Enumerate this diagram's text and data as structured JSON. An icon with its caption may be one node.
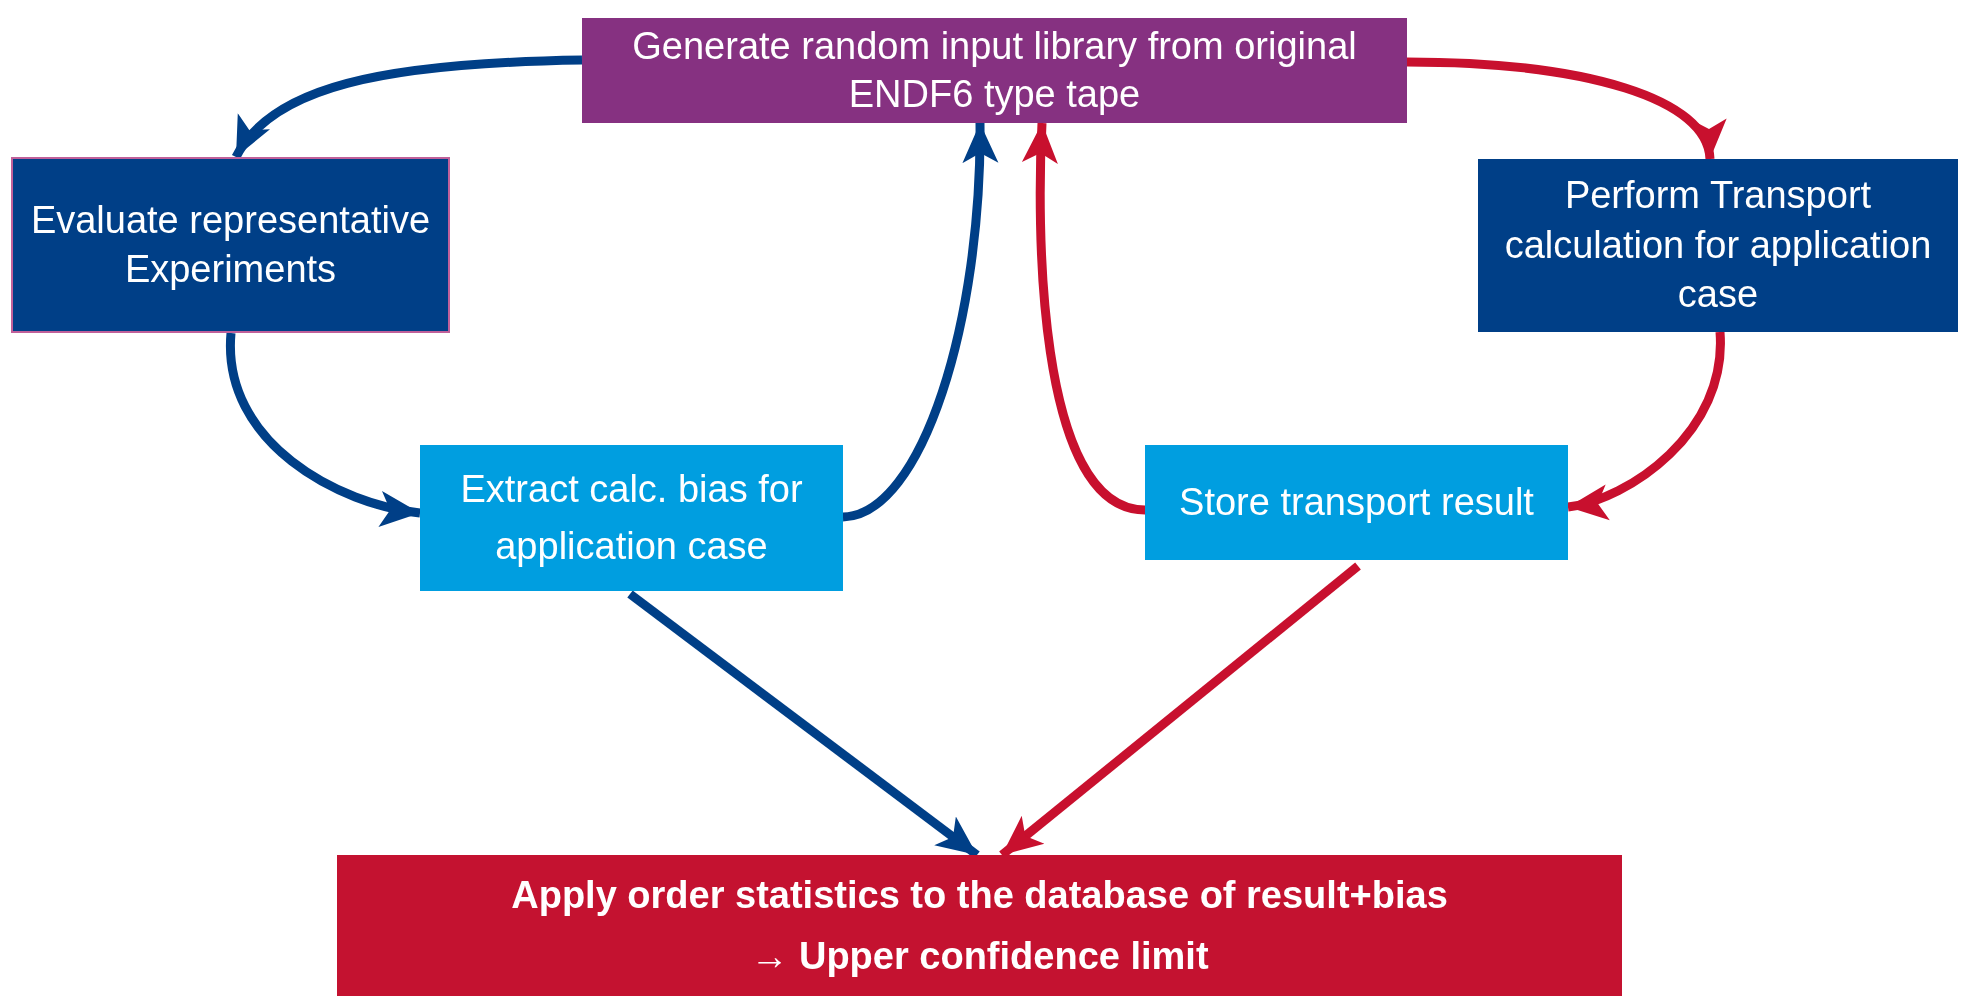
{
  "diagram": {
    "nodes": [
      {
        "text": [
          "Generate random input library from original ENDF6 type tape"
        ]
      },
      {
        "text": [
          "Evaluate representative Experiments"
        ]
      },
      {
        "text": [
          "Perform Transport calculation  for application case"
        ]
      },
      {
        "text": [
          "Extract calc. bias for application case"
        ]
      },
      {
        "text": [
          "Store transport result"
        ]
      },
      {
        "text": [
          "Apply order statistics to the database of result+bias",
          "→ Upper confidence limit"
        ]
      }
    ],
    "edges": [
      {
        "from": 0,
        "to": 1,
        "arrow": "to"
      },
      {
        "from": 1,
        "to": 3,
        "arrow": "to"
      },
      {
        "from": 3,
        "to": 0,
        "arrow": "to"
      },
      {
        "from": 0,
        "to": 2,
        "arrow": "to",
        "color": "#c8102e"
      },
      {
        "from": 2,
        "to": 4,
        "arrow": "to",
        "color": "#c8102e"
      },
      {
        "from": 4,
        "to": 0,
        "arrow": "to",
        "color": "#c8102e"
      },
      {
        "from": 3,
        "to": 5,
        "arrow": "to"
      },
      {
        "from": 4,
        "to": 5,
        "arrow": "to",
        "color": "#c8102e"
      }
    ]
  }
}
